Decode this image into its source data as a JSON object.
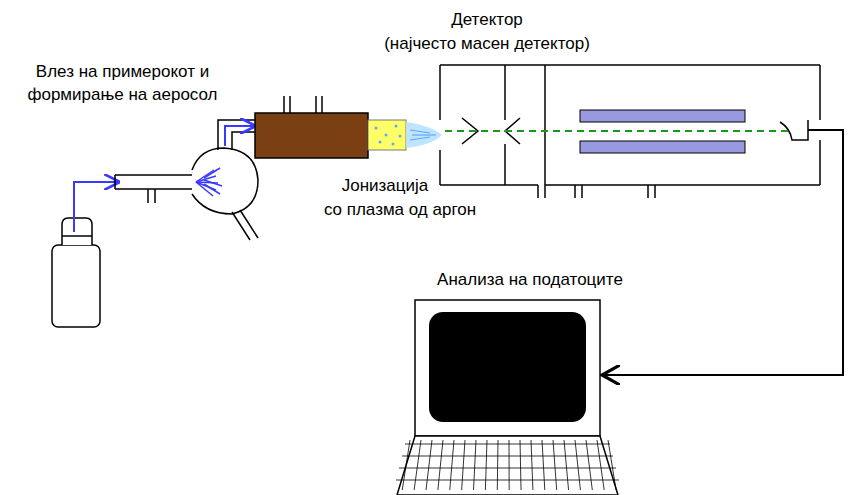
{
  "diagram": {
    "labels": [
      "Детектор",
      "(најчесто масен детектор)",
      "Влез на примерокот и формирање на аеросол",
      "Јонизација",
      "со плазма од аргон",
      "Анализа на податоците"
    ]
  }
}
